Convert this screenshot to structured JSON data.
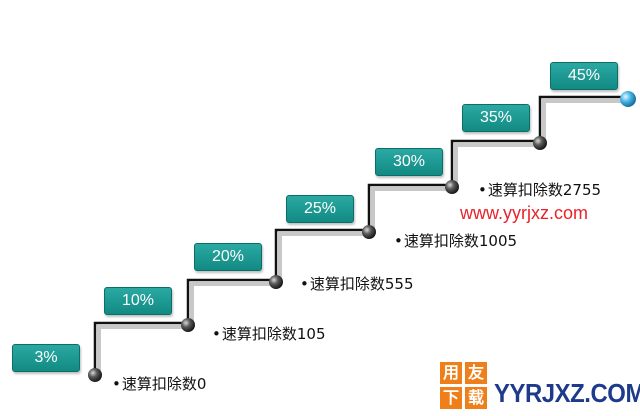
{
  "steps": [
    {
      "rate": "3%",
      "deduction": "速算扣除数0"
    },
    {
      "rate": "10%",
      "deduction": "速算扣除数105"
    },
    {
      "rate": "20%",
      "deduction": "速算扣除数555"
    },
    {
      "rate": "25%",
      "deduction": "速算扣除数1005"
    },
    {
      "rate": "30%",
      "deduction": "速算扣除数2755"
    },
    {
      "rate": "35%",
      "deduction": ""
    },
    {
      "rate": "45%",
      "deduction": ""
    }
  ],
  "watermark": {
    "url": "www.yyrjxz.com",
    "logo_chars": [
      "用",
      "友",
      "下",
      "载"
    ],
    "logo_text": "YYRJXZ.COM"
  },
  "colors": {
    "badge": "#1a9b95",
    "stair_line": "#111111",
    "stair_shadow": "#c8c8c8",
    "node": "#555555",
    "final_node": "#3aa6d8",
    "url": "#e8232a",
    "logo_square": "#ef7f1a",
    "logo_text": "#1e3a8a"
  }
}
